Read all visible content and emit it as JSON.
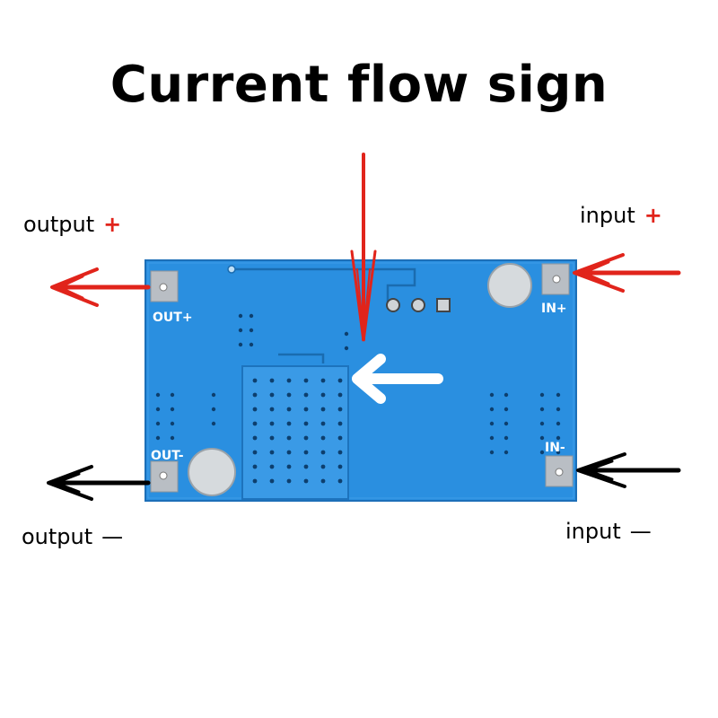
{
  "title": "Current flow sign",
  "labels": {
    "output_plus": {
      "text": "output",
      "sign": "+"
    },
    "output_minus": {
      "text": "output",
      "sign": "—"
    },
    "input_plus": {
      "text": "input",
      "sign": "+"
    },
    "input_minus": {
      "text": "input",
      "sign": "—"
    }
  },
  "board_labels": {
    "out_plus": "OUT+",
    "out_minus": "OUT-",
    "in_plus": "IN+",
    "in_minus": "IN-"
  },
  "colors": {
    "board": "#2a8fe0",
    "positive_arrow": "#e1241b",
    "negative_arrow": "#000000",
    "flow_arrow": "#ffffff"
  }
}
